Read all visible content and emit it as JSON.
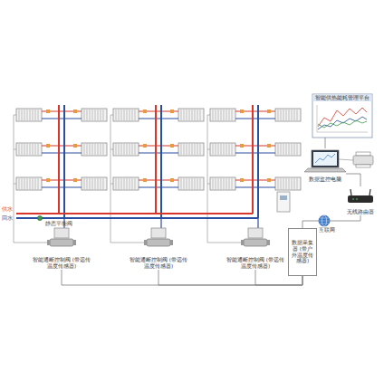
{
  "diagram": {
    "nodes": [
      {
        "text": [
          "智能供热能耗管理平台"
        ]
      },
      {
        "text": [
          "数据监控电脑"
        ]
      },
      {
        "text": [
          "无线路由器"
        ]
      },
      {
        "text": [
          "智能通断控制阀 (带远传温度传感器)"
        ]
      },
      {
        "text": [
          "智能通断控制阀 (带远传温度传感器)"
        ]
      },
      {
        "text": [
          "智能通断控制阀 (带远传温度传感器)"
        ]
      },
      {
        "text": [
          "数据采集器 (带户外温度传感器)"
        ]
      }
    ],
    "edges": [
      {
        "from": 3,
        "to": 6,
        "arrow": "none"
      },
      {
        "from": 4,
        "to": 6,
        "arrow": "none"
      },
      {
        "from": 5,
        "to": 6,
        "arrow": "none"
      },
      {
        "from": 6,
        "to": 2,
        "arrow": "none"
      },
      {
        "from": 2,
        "to": 1,
        "arrow": "none"
      },
      {
        "from": 1,
        "to": 0,
        "arrow": "none"
      }
    ],
    "labels": [
      "供水",
      "回水",
      "静态平衡阀",
      "互联网"
    ]
  }
}
